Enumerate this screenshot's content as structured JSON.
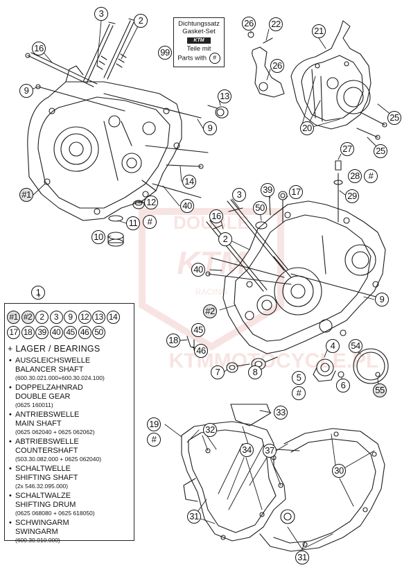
{
  "watermark": {
    "text_top": "DOUBLE",
    "text_logo": "KTM",
    "text_small": "RACING",
    "text_bottom": "KTMMOTOCYCLE.PL",
    "color": "#c43a2a"
  },
  "gasket_box": {
    "line1": "Dichtungssatz",
    "line2": "Gasket-Set",
    "logo": "KTM",
    "line3": "Teile mit",
    "line4": "Parts with",
    "hash": "#"
  },
  "callouts": [
    {
      "label": "3"
    },
    {
      "label": "2"
    },
    {
      "label": "16"
    },
    {
      "label": "9"
    },
    {
      "label": "13"
    },
    {
      "label": "9"
    },
    {
      "label": "14"
    },
    {
      "label": "40"
    },
    {
      "label": "12"
    },
    {
      "label": "#1"
    },
    {
      "label": "11"
    },
    {
      "label": "#"
    },
    {
      "label": "10"
    },
    {
      "label": "99"
    },
    {
      "label": "26"
    },
    {
      "label": "22"
    },
    {
      "label": "26"
    },
    {
      "label": "21"
    },
    {
      "label": "25"
    },
    {
      "label": "20"
    },
    {
      "label": "25"
    },
    {
      "label": "27"
    },
    {
      "label": "28"
    },
    {
      "label": "#"
    },
    {
      "label": "29"
    },
    {
      "label": "39"
    },
    {
      "label": "17"
    },
    {
      "label": "3"
    },
    {
      "label": "50"
    },
    {
      "label": "16"
    },
    {
      "label": "2"
    },
    {
      "label": "40"
    },
    {
      "label": "9"
    },
    {
      "label": "#2"
    },
    {
      "label": "45"
    },
    {
      "label": "18"
    },
    {
      "label": "46"
    },
    {
      "label": "4"
    },
    {
      "label": "54"
    },
    {
      "label": "7"
    },
    {
      "label": "8"
    },
    {
      "label": "5"
    },
    {
      "label": "#"
    },
    {
      "label": "6"
    },
    {
      "label": "55"
    },
    {
      "label": "33"
    },
    {
      "label": "19"
    },
    {
      "label": "#"
    },
    {
      "label": "32"
    },
    {
      "label": "34"
    },
    {
      "label": "37"
    },
    {
      "label": "30"
    },
    {
      "label": "31"
    },
    {
      "label": "31"
    },
    {
      "label": "1"
    }
  ],
  "legend": {
    "parts_row": [
      "#1",
      "#2",
      "2",
      "3",
      "9",
      "12",
      "13",
      "14",
      "17",
      "18",
      "39",
      "40",
      "45",
      "46",
      "50"
    ],
    "heading": "+ LAGER / BEARINGS",
    "items": [
      {
        "de": "AUSGLEICHSWELLE",
        "en": "BALANCER SHAFT",
        "pn": "(600.30.021.000+600.30.024.100)"
      },
      {
        "de": "DOPPELZAHNRAD",
        "en": "DOUBLE GEAR",
        "pn": "(0625 160011)"
      },
      {
        "de": "ANTRIEBSWELLE",
        "en": "MAIN SHAFT",
        "pn": "(0625 062040 + 0625 062062)"
      },
      {
        "de": "ABTRIEBSWELLE",
        "en": "COUNTERSHAFT",
        "pn": "(503.30.082.000 + 0625 062040)"
      },
      {
        "de": "SCHALTWELLE",
        "en": "SHIFTING SHAFT",
        "pn": "(2x 546.32.095.000)"
      },
      {
        "de": "SCHALTWALZE",
        "en": "SHIFTING DRUM",
        "pn": "(0625 068080 + 0625 618050)"
      },
      {
        "de": "SCHWINGARM",
        "en": "SWINGARM",
        "pn": "(600.30.010.000)"
      }
    ]
  }
}
